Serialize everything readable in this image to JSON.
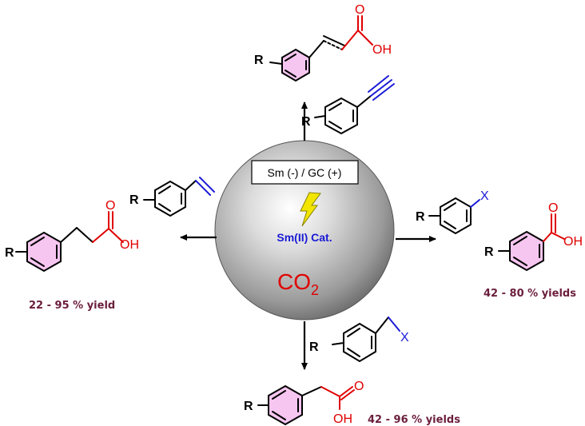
{
  "colors": {
    "product_acid": "#e00000",
    "reactive_group": "#1a1ad6",
    "catalyst_label": "#1a1ad6",
    "co2_label": "#e00000",
    "yield_text": "#6b1e3c",
    "product_ring_fill": "#f7c6f0",
    "bolt": "#f2e500"
  },
  "center": {
    "electrode_label": "Sm (-) / GC (+)",
    "catalyst_label": "Sm(II) Cat.",
    "co2_main": "CO",
    "co2_sub": "2",
    "bolt_icon": "lightning-bolt-icon"
  },
  "substituent": "R",
  "atoms": {
    "oxygen": "O",
    "hydroxyl": "OH",
    "halide": "X"
  },
  "yields": {
    "hydrocarboxylation_styrene": "22 - 95 % yield",
    "aryl_halide": "42 - 80 % yields",
    "benzyl_halide": "42 - 96 % yields"
  }
}
